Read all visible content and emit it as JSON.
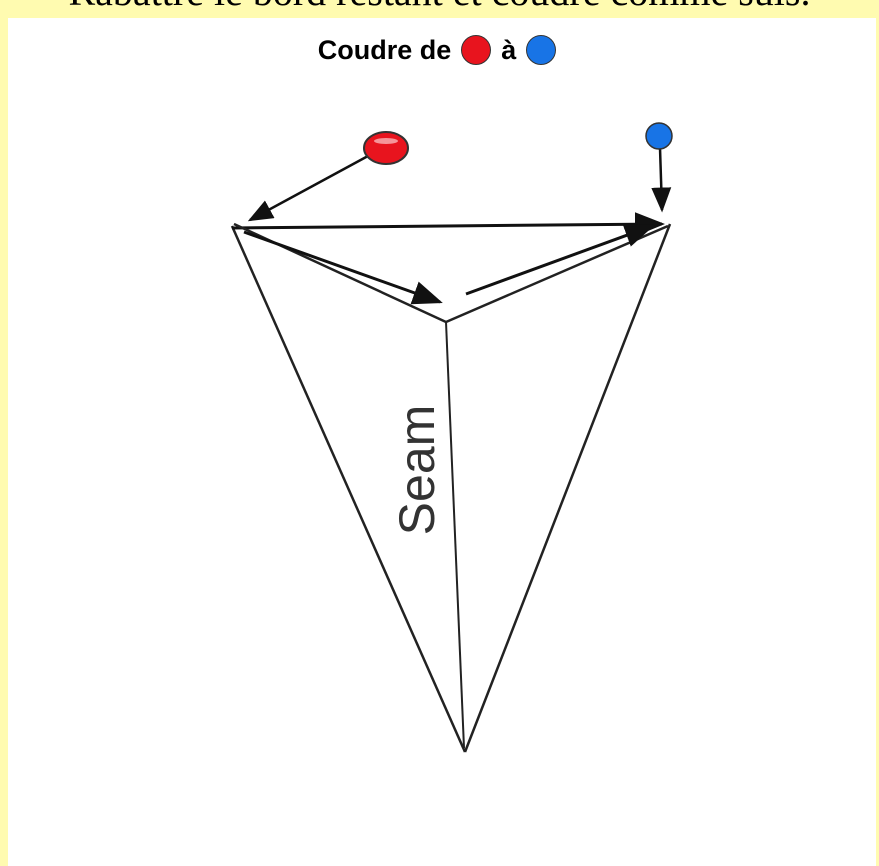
{
  "header": {
    "text": "Rabattre le bord restant et coudre comme suis."
  },
  "legend": {
    "prefix": "Coudre de",
    "middle": "à",
    "from_color": "#e8141e",
    "to_color": "#1874e6"
  },
  "diagram": {
    "seam_label": "Seam",
    "start_marker_color": "#e8141e",
    "end_marker_color": "#1874e6",
    "line_color": "#222222"
  }
}
